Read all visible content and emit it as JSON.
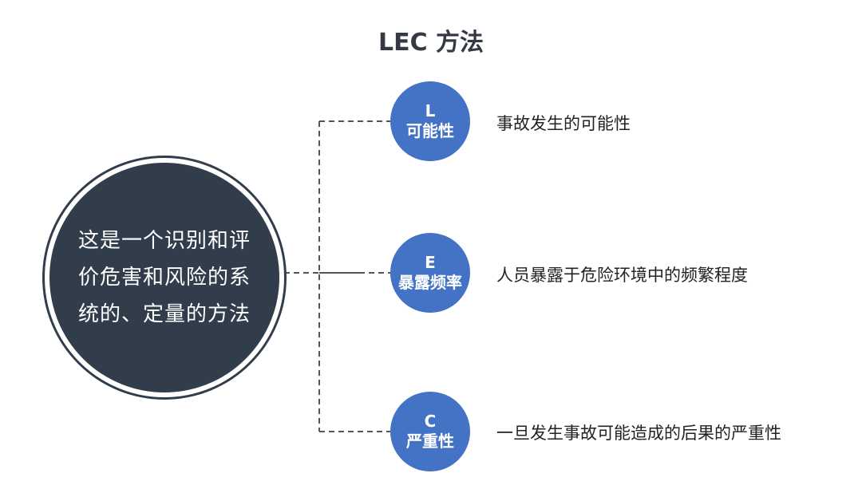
{
  "title": "LEC 方法",
  "center": {
    "text": "这是一个识别和评价危害和风险的系统的、定量的方法"
  },
  "factors": [
    {
      "letter": "L",
      "name": "可能性",
      "description": "事故发生的可能性"
    },
    {
      "letter": "E",
      "name": "暴露频率",
      "description": "人员暴露于危险环境中的频繁程度"
    },
    {
      "letter": "C",
      "name": "严重性",
      "description": "一旦发生事故可能造成的后果的严重性"
    }
  ],
  "colors": {
    "center_fill": "#323d4c",
    "node_fill": "#4472c4",
    "title": "#333a44",
    "connector": "#555555"
  }
}
